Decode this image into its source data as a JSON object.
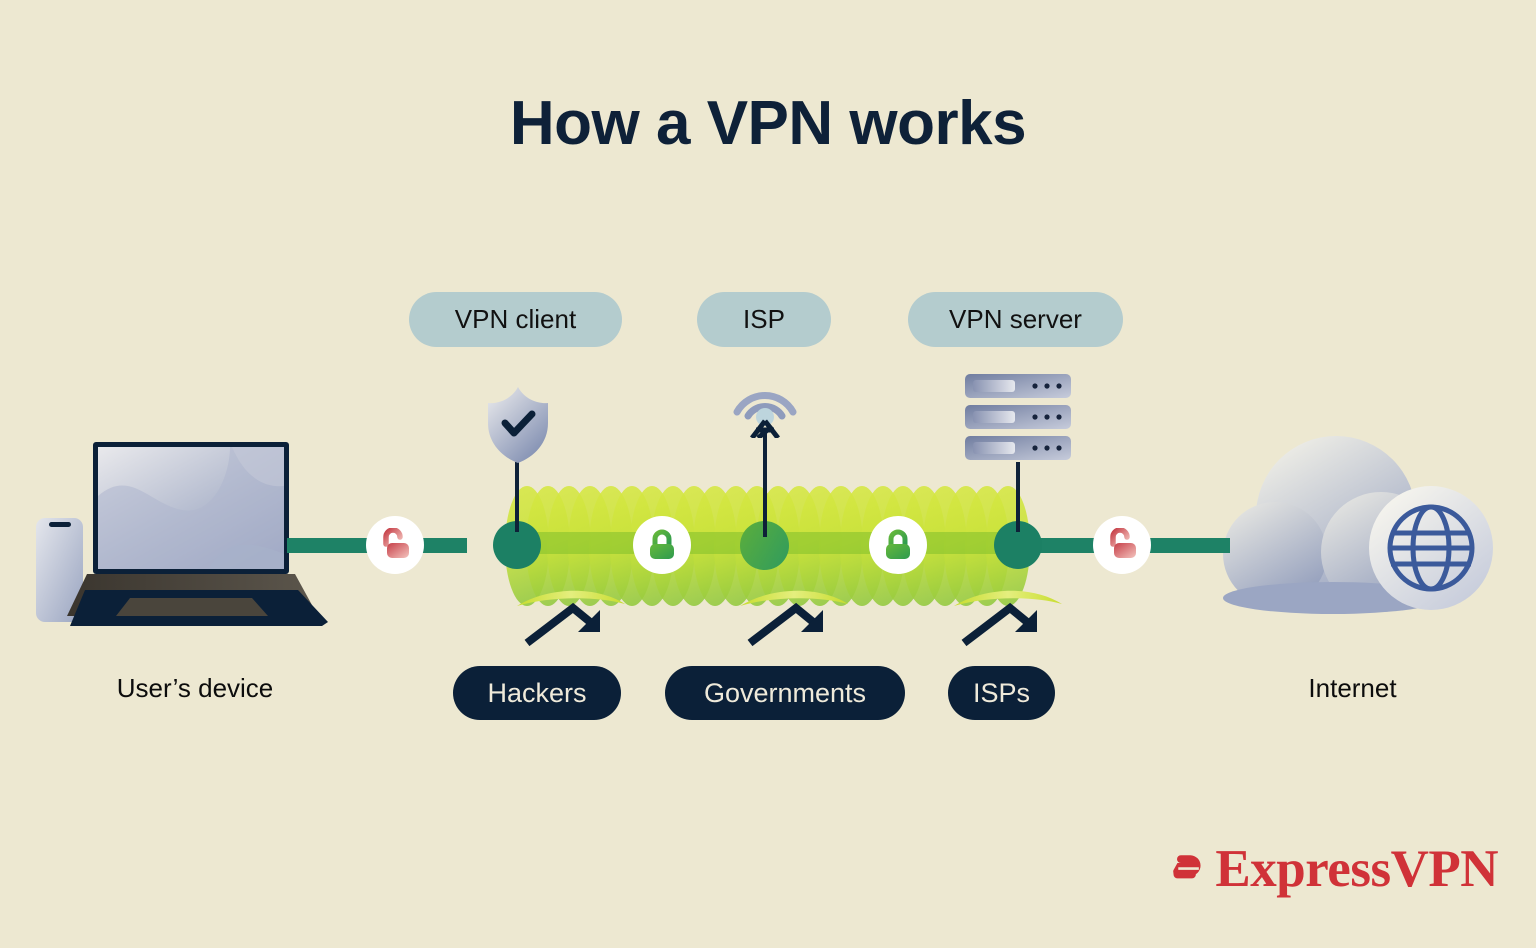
{
  "title": "How a VPN works",
  "colors": {
    "background": "#EDE8D1",
    "title_text": "#0E2138",
    "pill_top_bg": "#B4CCCE",
    "pill_dark_bg": "#0B2038",
    "pill_dark_text": "#EFEADA",
    "wire_green": "#1E8266",
    "tunnel_lime": "#D7E842",
    "tunnel_green": "#8CC63F",
    "lock_closed": "#4CA32E",
    "lock_open": "#D9525A",
    "logo_red": "#D03238",
    "globe_blue": "#3B5A9B",
    "device_grey": "#9FAAC4"
  },
  "components": [
    {
      "id": "vpn-client",
      "label": "VPN client",
      "icon": "shield-check-icon"
    },
    {
      "id": "isp",
      "label": "ISP",
      "icon": "antenna-tower-icon"
    },
    {
      "id": "vpn-server",
      "label": "VPN server",
      "icon": "server-rack-icon"
    }
  ],
  "threats": [
    {
      "id": "hackers",
      "label": "Hackers",
      "icon": "deflected-arrow-icon"
    },
    {
      "id": "governments",
      "label": "Governments",
      "icon": "deflected-arrow-icon"
    },
    {
      "id": "isps",
      "label": "ISPs",
      "icon": "deflected-arrow-icon"
    }
  ],
  "endpoints": {
    "left": {
      "label": "User’s device",
      "icon": "laptop-phone-icon"
    },
    "right": {
      "label": "Internet",
      "icon": "cloud-globe-icon"
    }
  },
  "locks": [
    {
      "id": "lock-unencrypted-left",
      "state": "open",
      "icon": "open-padlock-icon"
    },
    {
      "id": "lock-encrypted-1",
      "state": "closed",
      "icon": "closed-padlock-icon"
    },
    {
      "id": "lock-encrypted-2",
      "state": "closed",
      "icon": "closed-padlock-icon"
    },
    {
      "id": "lock-unencrypted-right",
      "state": "open",
      "icon": "open-padlock-icon"
    }
  ],
  "tunnel": {
    "label": "encrypted-tunnel",
    "segments": 24
  },
  "brand": {
    "name": "ExpressVPN",
    "icon": "expressvpn-e-mark"
  }
}
